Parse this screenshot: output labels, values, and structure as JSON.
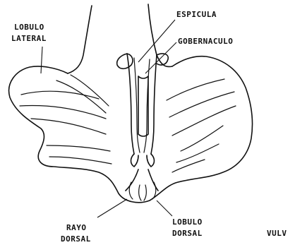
{
  "labels": {
    "lobulo_lateral_1": "LOBULO",
    "lobulo_lateral_2": "LATERAL",
    "espicula": "ESPICULA",
    "gobernaculo": "GOBERNACULO",
    "rayo_dorsal_1": "RAYO",
    "rayo_dorsal_2": "DORSAL",
    "lobulo_dorsal_1": "LOBULO",
    "lobulo_dorsal_2": "DORSAL",
    "vulva_partial": "VULV"
  },
  "colors": {
    "ink": "#111111",
    "background": "#ffffff"
  }
}
